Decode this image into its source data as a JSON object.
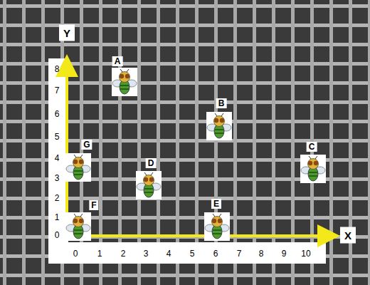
{
  "diagram": {
    "labels": [
      "Y",
      "8",
      "7",
      "6",
      "5",
      "4",
      "3",
      "2",
      "1",
      "0",
      "A",
      "B",
      "G",
      "C",
      "D",
      "F",
      "E",
      "0",
      "1",
      "2",
      "3",
      "4",
      "5",
      "6",
      "7",
      "8",
      "9",
      "10",
      "X"
    ]
  }
}
